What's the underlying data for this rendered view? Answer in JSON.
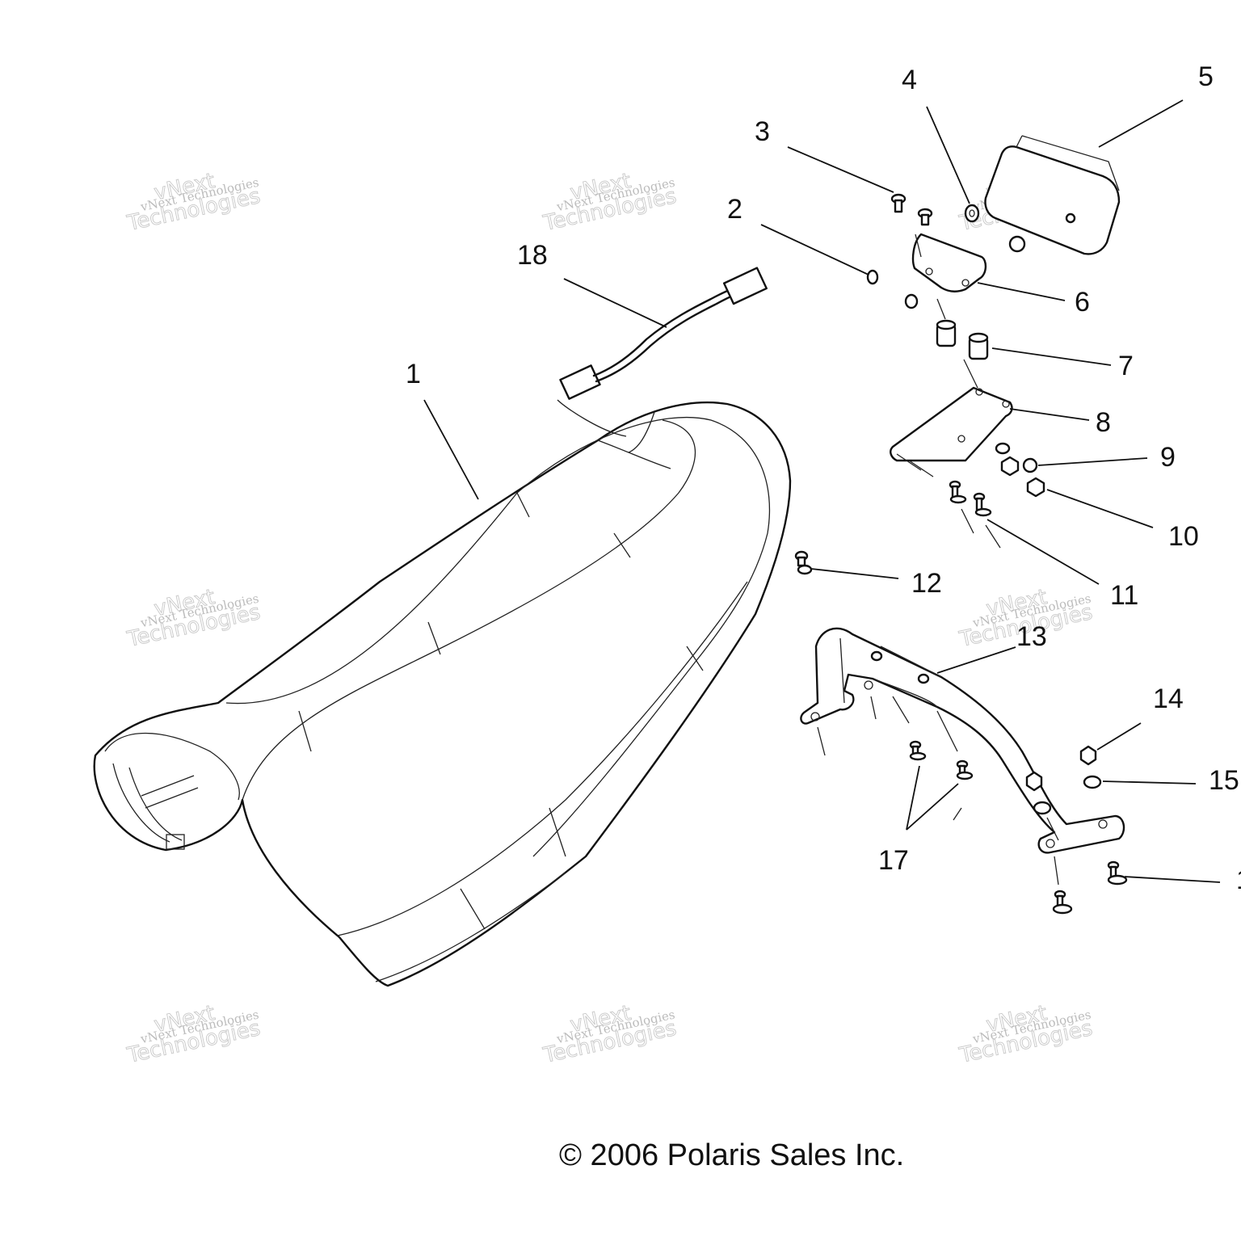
{
  "callouts": [
    "1",
    "2",
    "3",
    "4",
    "5",
    "6",
    "7",
    "8",
    "9",
    "10",
    "11",
    "12",
    "13",
    "14",
    "15",
    "17",
    "18",
    "1"
  ],
  "watermark": {
    "line1": "vNext Technologies",
    "line2": "Technologies",
    "small": "vNext"
  },
  "copyright": "© 2006 Polaris Sales Inc."
}
